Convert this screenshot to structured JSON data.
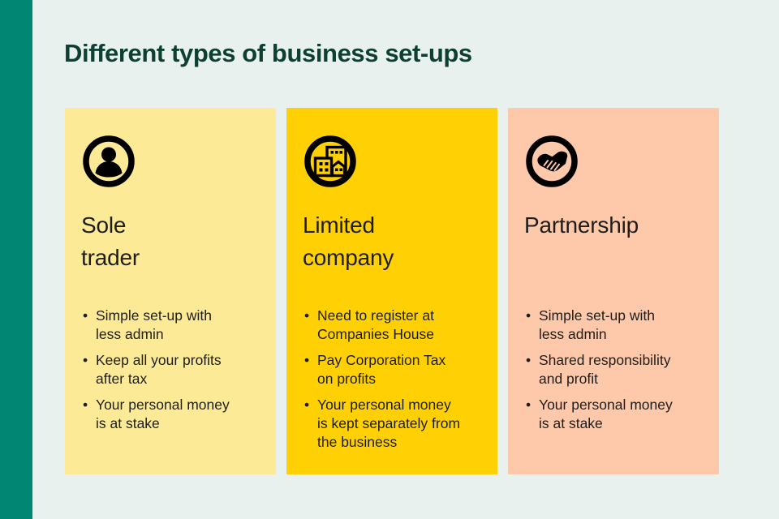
{
  "title": "Different types of business set-ups",
  "colors": {
    "page_background": "#e8f1ee",
    "sidebar_accent": "#008672",
    "title_text": "#0d3f33",
    "body_text": "#1d1d1b",
    "icon_color": "#000000"
  },
  "cards": [
    {
      "id": "sole-trader",
      "icon": "person-icon",
      "bg": "#fdea96",
      "title": "Sole\ntrader",
      "bullets": [
        "Simple set-up with\nless admin",
        "Keep all your profits\nafter tax",
        "Your personal money\nis at stake"
      ]
    },
    {
      "id": "limited-company",
      "icon": "buildings-icon",
      "bg": "#ffd104",
      "title": "Limited\ncompany",
      "bullets": [
        "Need to register at\nCompanies House",
        "Pay Corporation Tax\non profits",
        "Your personal money\nis kept separately from\nthe business"
      ]
    },
    {
      "id": "partnership",
      "icon": "handshake-icon",
      "bg": "#fec9ab",
      "title": "Partnership",
      "bullets": [
        "Simple set-up with\nless admin",
        "Shared responsibility\nand profit",
        "Your personal money\nis at stake"
      ]
    }
  ]
}
